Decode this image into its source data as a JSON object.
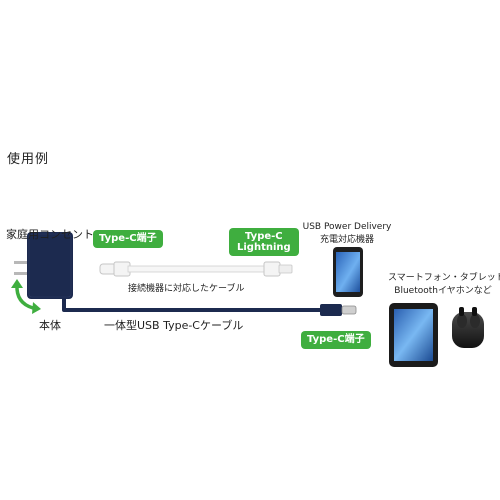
{
  "title": "使用例",
  "labels": {
    "outlet": "家庭用コンセント",
    "body": "本体",
    "connection_cable": "接続機器に対応したケーブル",
    "builtin_cable": "一体型USB Type-Cケーブル",
    "pd_device_line1": "USB Power Delivery",
    "pd_device_line2": "充電対応機器",
    "devices_line1": "スマートフォン・タブレット",
    "devices_line2": "Bluetoothイヤホンなど"
  },
  "tags": {
    "type_c_terminal_left": "Type-C端子",
    "type_c_lightning_line1": "Type-C",
    "type_c_lightning_line2": "Lightning",
    "type_c_terminal_right": "Type-C端子"
  },
  "colors": {
    "charger_navy": "#1c2a4f",
    "tag_green": "#3fae3f",
    "arrow_green": "#3fae3f",
    "cable_white": "#f3f3f3"
  },
  "icons": [
    "charger-icon",
    "rotate-arrow-icon",
    "smartphone-icon",
    "tablet-icon",
    "earbuds-icon"
  ]
}
